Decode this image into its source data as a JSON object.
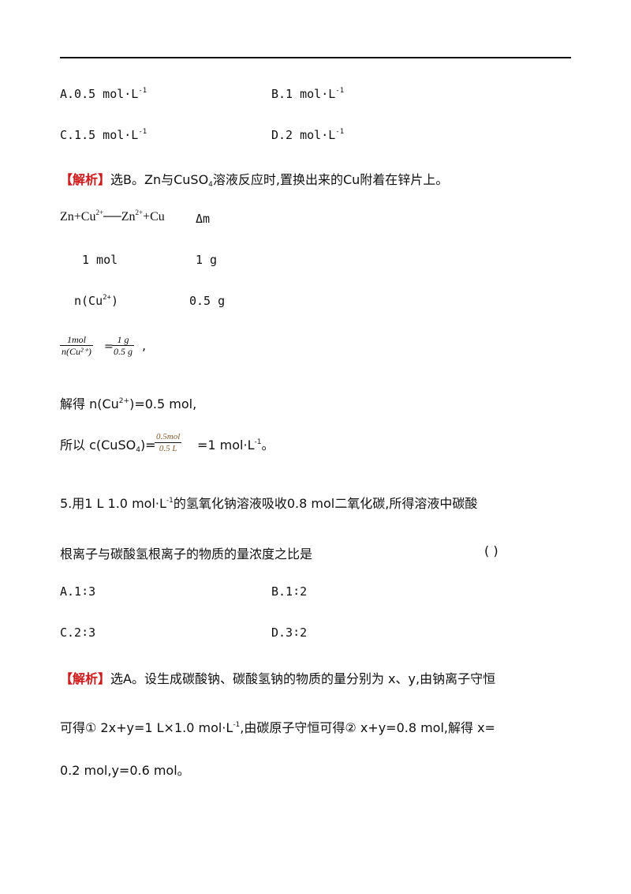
{
  "q4": {
    "optA": "A.0.5 mol·L",
    "optB": "B.1 mol·L",
    "optC": "C.1.5 mol·L",
    "optD": "D.2 mol·L",
    "unit_exp": "-1",
    "analysis_tag": "【解析】",
    "analysis_text_1": "选B。Zn与CuSO",
    "analysis_sub": "4",
    "analysis_text_2": "溶液反应时,置换出来的Cu附着在锌片上。",
    "eq_left": "Zn+Cu",
    "eq_sup1": "2+",
    "eq_mid": "──Zn",
    "eq_sup2": "2+",
    "eq_right": "+Cu",
    "eq_delta": "Δm",
    "row1_left": "1 mol",
    "row1_right": "1 g",
    "row2_left": "n(Cu",
    "row2_sup": "2+",
    "row2_close": ")",
    "row2_right": "0.5 g",
    "frac1_num": "1mol",
    "frac1_den": "n(Cu²⁺)",
    "frac2_num": "1 g",
    "frac2_den": "0.5 g",
    "frac_trail": ",",
    "solve_text": "解得 n(Cu",
    "solve_sup": "2+",
    "solve_end": ")=0.5 mol,",
    "conc_text": "所以 c(CuSO",
    "conc_sub": "4",
    "conc_mid": ")=",
    "frac3_num": "0.5mol",
    "frac3_den": "0.5 L",
    "conc_end": "=1 mol·L",
    "conc_exp": "-1",
    "conc_period": "。"
  },
  "q5": {
    "stem_1": "5.用1 L 1.0 mol·L",
    "stem_exp": "-1",
    "stem_2": "的氢氧化钠溶液吸收0.8 mol二氧化碳,所得溶液中碳酸",
    "stem_3": "根离子与碳酸氢根离子的物质的量浓度之比是",
    "blank": "(      )",
    "optA": "A.1∶3",
    "optB": "B.1∶2",
    "optC": "C.2∶3",
    "optD": "D.3∶2",
    "analysis_tag": "【解析】",
    "analysis_1": "选A。设生成碳酸钠、碳酸氢钠的物质的量分别为 x、y,由钠离子守恒",
    "analysis_2a": "可得① 2x+y=1 L×1.0 mol·L",
    "analysis_2_exp": "-1",
    "analysis_2b": ",由碳原子守恒可得② x+y=0.8 mol,解得 x=",
    "analysis_3": "0.2 mol,y=0.6 mol。"
  }
}
